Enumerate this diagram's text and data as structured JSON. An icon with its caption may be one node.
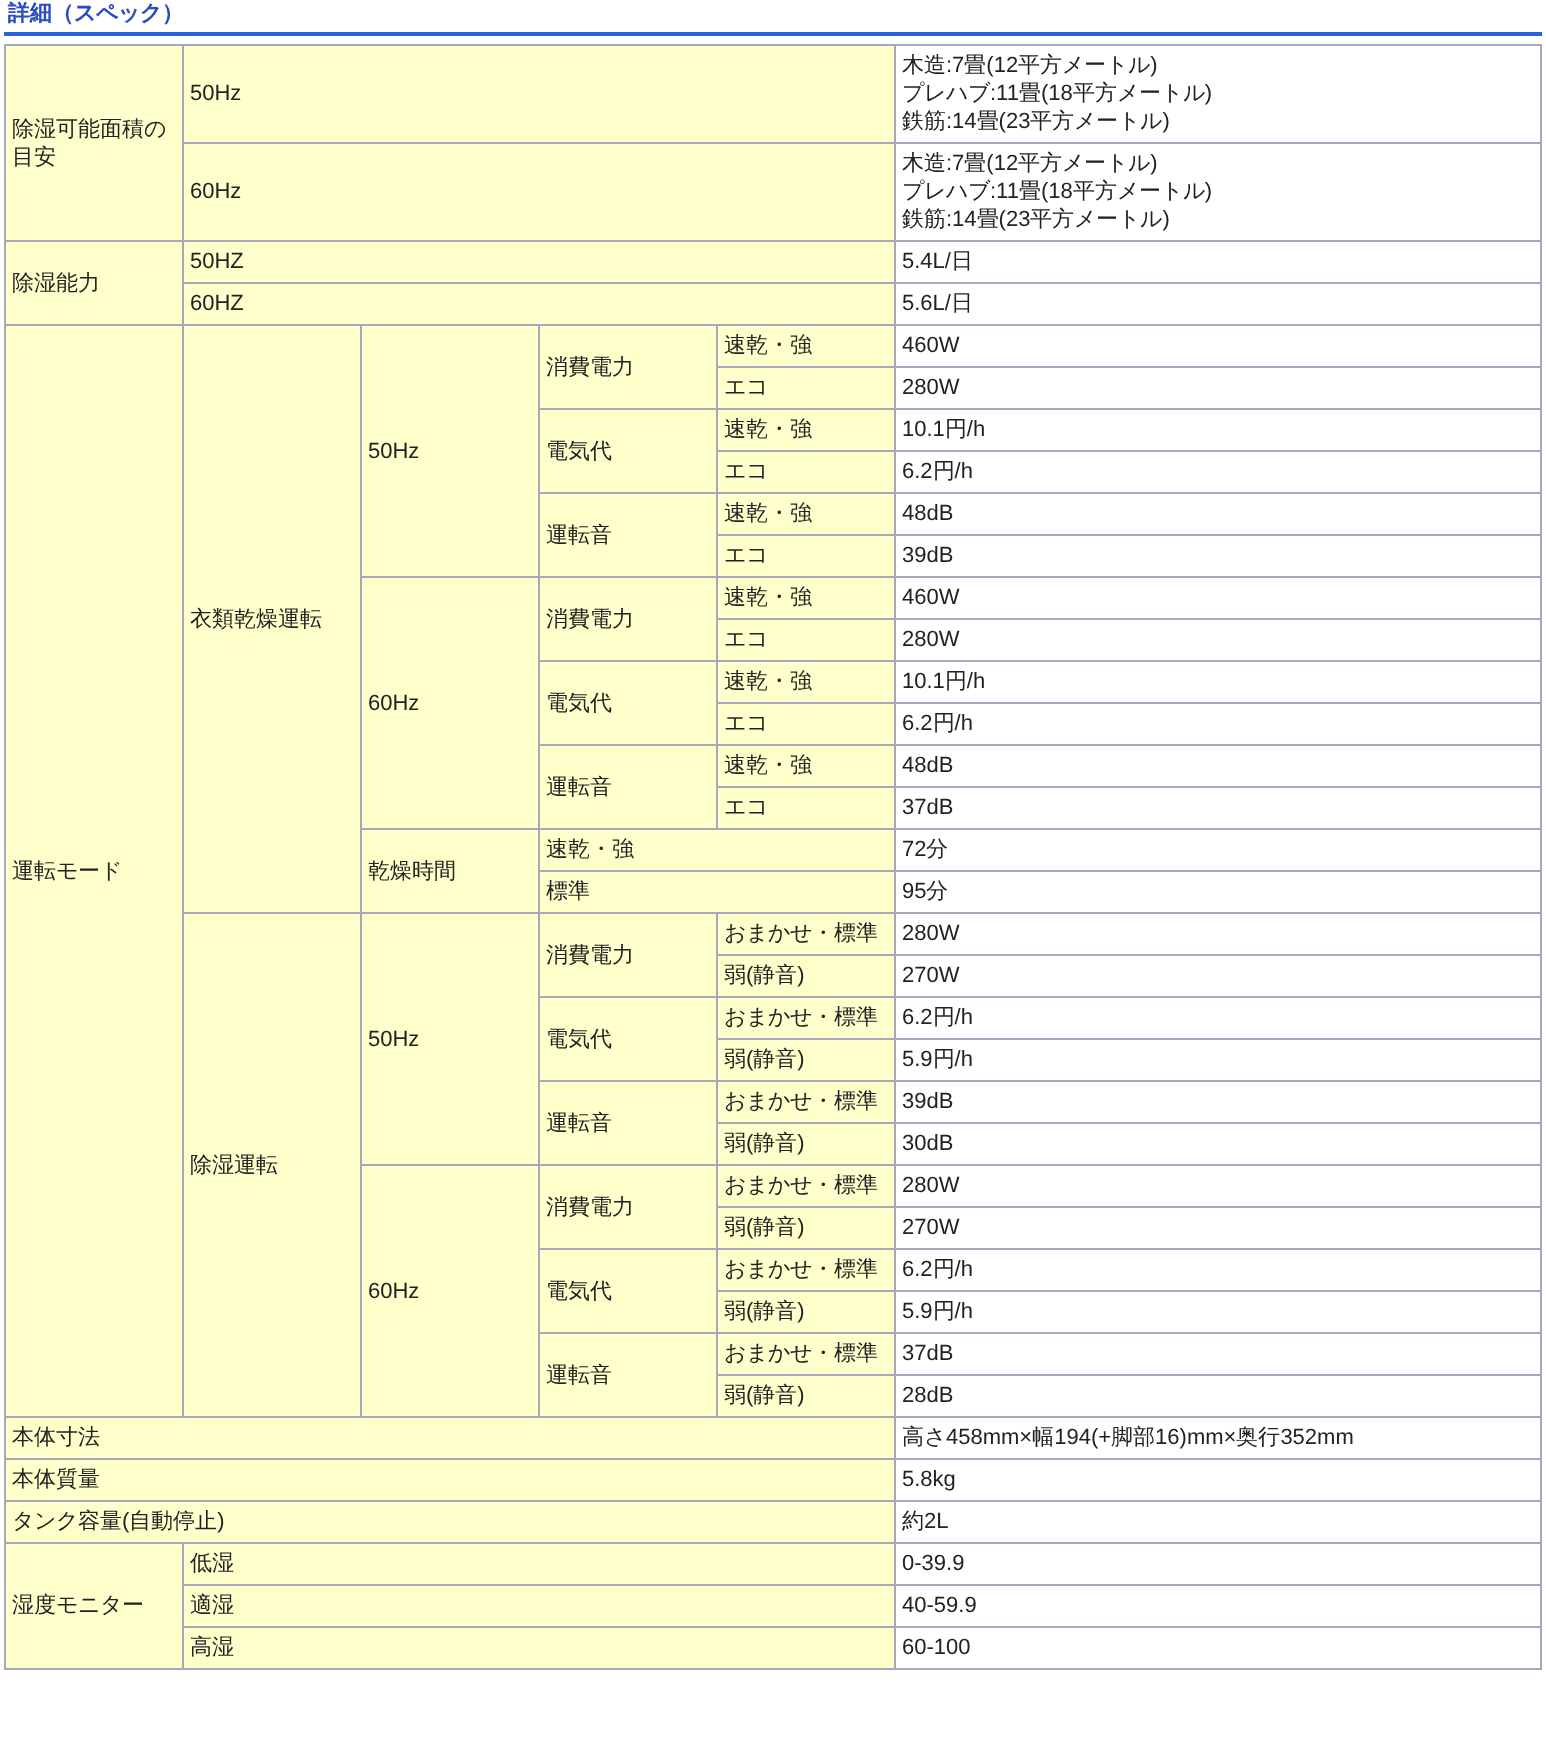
{
  "diagram": {
    "title": "詳細（スペック）",
    "labels": [
      "除湿可能面積の目安",
      "50Hz",
      "木造:7畳(12平方メートル)",
      "プレハブ:11畳(18平方メートル)",
      "鉄筋:14畳(23平方メートル)",
      "60Hz",
      "木造:7畳(12平方メートル)",
      "プレハブ:11畳(18平方メートル)",
      "鉄筋:14畳(23平方メートル)",
      "除湿能力",
      "50HZ",
      "5.4L/日",
      "60HZ",
      "5.6L/日",
      "運転モード",
      "衣類乾燥運転",
      "50Hz",
      "消費電力",
      "速乾・強",
      "460W",
      "エコ",
      "280W",
      "電気代",
      "速乾・強",
      "10.1円/h",
      "エコ",
      "6.2円/h",
      "運転音",
      "速乾・強",
      "48dB",
      "エコ",
      "39dB",
      "60Hz",
      "消費電力",
      "速乾・強",
      "460W",
      "エコ",
      "280W",
      "電気代",
      "速乾・強",
      "10.1円/h",
      "エコ",
      "6.2円/h",
      "運転音",
      "速乾・強",
      "48dB",
      "エコ",
      "37dB",
      "乾燥時間",
      "速乾・強",
      "72分",
      "標準",
      "95分",
      "除湿運転",
      "50Hz",
      "消費電力",
      "おまかせ・標準",
      "280W",
      "弱(静音)",
      "270W",
      "電気代",
      "おまかせ・標準",
      "6.2円/h",
      "弱(静音)",
      "5.9円/h",
      "運転音",
      "おまかせ・標準",
      "39dB",
      "弱(静音)",
      "30dB",
      "60Hz",
      "消費電力",
      "おまかせ・標準",
      "280W",
      "弱(静音)",
      "270W",
      "電気代",
      "おまかせ・標準",
      "6.2円/h",
      "弱(静音)",
      "5.9円/h",
      "運転音",
      "おまかせ・標準",
      "37dB",
      "弱(静音)",
      "28dB",
      "本体寸法",
      "高さ458mm×幅194(+脚部16)mm×奥行352mm",
      "本体質量",
      "5.8kg",
      "タンク容量(自動停止)",
      "約2L",
      "湿度モニター",
      "低湿",
      "0-39.9",
      "適湿",
      "40-59.9",
      "高湿",
      "60-100"
    ]
  }
}
